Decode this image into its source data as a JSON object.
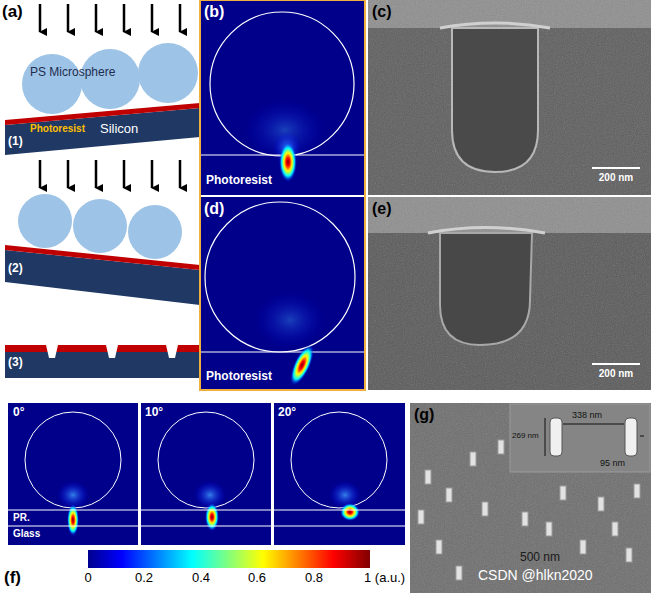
{
  "diagram": {
    "labels": [
      "(a)",
      "PS Microsphere",
      "Photoresist",
      "(1)",
      "Silicon",
      "(2)",
      "(3)",
      "(b)",
      "Photoresist",
      "(c)",
      "200 nm",
      "(d)",
      "Photoresist",
      "(e)",
      "200 nm",
      "0°",
      "10°",
      "20°",
      "PR.",
      "Glass",
      "0",
      "0.2",
      "0.4",
      "0.6",
      "0.8",
      "1 (a.u.)",
      "(f)",
      "(g)",
      "338 nm",
      "269 nm",
      "95 nm",
      "500 nm",
      "CSDN @hlkn2020"
    ]
  }
}
